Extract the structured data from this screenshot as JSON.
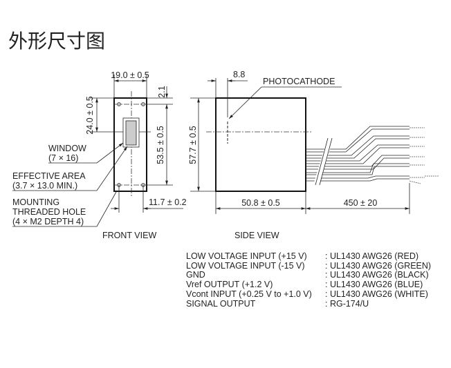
{
  "title": "外形尺寸图",
  "front_view": {
    "label": "FRONT VIEW",
    "dim_width": "19.0 ± 0.5",
    "dim_top": "2.1",
    "dim_window_center": "24.0 ± 0.5",
    "dim_hole_pitch_v": "53.5 ± 0.5",
    "dim_hole_pitch_h": "11.7 ± 0.2",
    "window_label": "WINDOW",
    "window_size": "(7 × 16)",
    "effective_label": "EFFECTIVE AREA",
    "effective_size": "(3.7 × 13.0 MIN.)",
    "hole_label_1": "MOUNTING",
    "hole_label_2": "THREADED HOLE",
    "hole_label_3": "(4 × M2 DEPTH 4)"
  },
  "side_view": {
    "label": "SIDE VIEW",
    "dim_height": "57.7 ± 0.5",
    "dim_photocathode": "8.8",
    "photocathode_label": "PHOTOCATHODE",
    "dim_depth": "50.8 ± 0.5",
    "dim_cable": "450 ± 20"
  },
  "wiring": [
    {
      "signal": "LOW VOLTAGE INPUT (+15 V)",
      "cable": ": UL1430 AWG26 (RED)"
    },
    {
      "signal": "LOW VOLTAGE INPUT (-15 V)",
      "cable": ": UL1430 AWG26 (GREEN)"
    },
    {
      "signal": "GND",
      "cable": ": UL1430 AWG26 (BLACK)"
    },
    {
      "signal": "Vref OUTPUT (+1.2 V)",
      "cable": ": UL1430 AWG26 (BLUE)"
    },
    {
      "signal": "Vcont INPUT (+0.25 V to +1.0 V)",
      "cable": ": UL1430 AWG26 (WHITE)"
    },
    {
      "signal": "SIGNAL OUTPUT",
      "cable": ": RG-174/U"
    }
  ]
}
